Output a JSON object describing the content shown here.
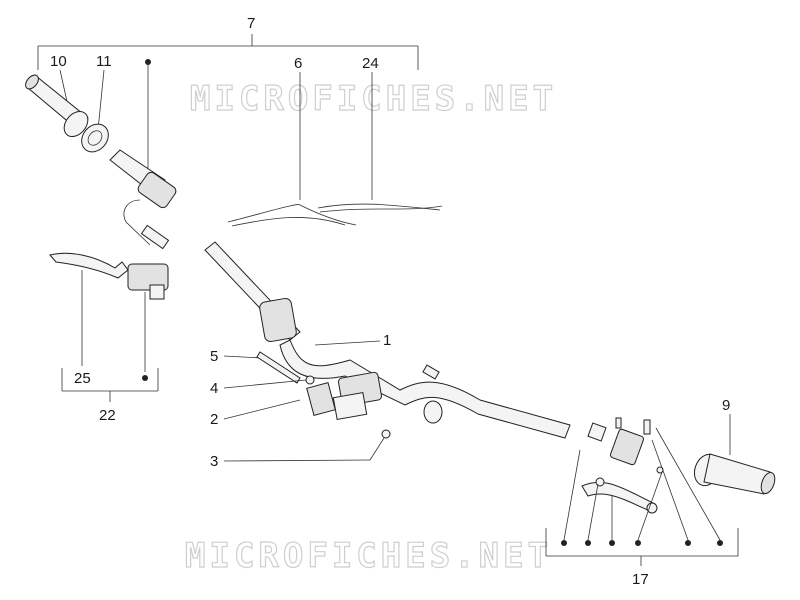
{
  "watermarks": {
    "top": "MICROFICHES.NET",
    "bottom": "MICROFICHES.NET"
  },
  "callouts": {
    "c7": "7",
    "c10": "10",
    "c11": "11",
    "c6": "6",
    "c24": "24",
    "c1": "1",
    "c5": "5",
    "c4": "4",
    "c2": "2",
    "c3": "3",
    "c25": "25",
    "c22": "22",
    "c9": "9",
    "c17": "17"
  }
}
